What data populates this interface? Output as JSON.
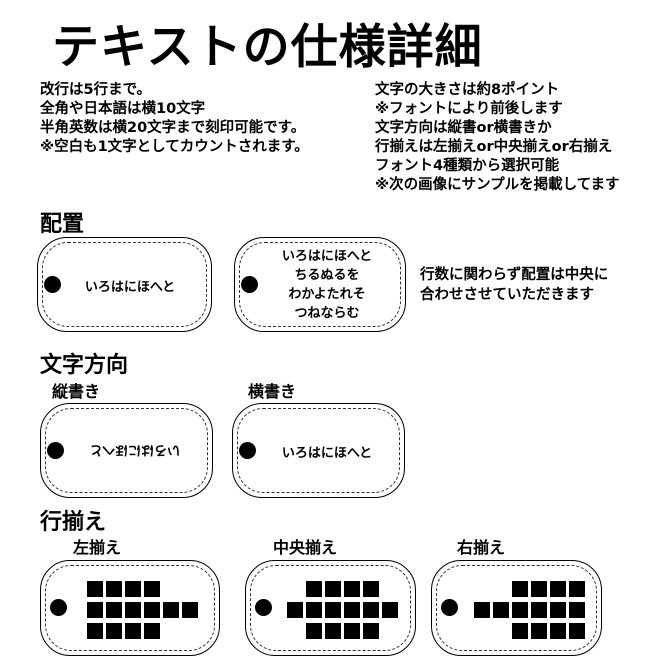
{
  "title": "テキストの仕様詳細",
  "spec_left": [
    "改行は5行まで。",
    "全角や日本語は横10文字",
    "半角英数は横20文字まで刻印可能です。",
    "※空白も1文字としてカウントされます。"
  ],
  "spec_right": [
    "文字の大きさは約8ポイント",
    "※フォントにより前後します",
    "文字方向は縦書or横書きか",
    "行揃えは左揃えor中央揃えor右揃え",
    "フォント4種類から選択可能",
    "※次の画像にサンプルを掲載してます"
  ],
  "layout_section": {
    "heading": "配置",
    "single_line_sample": "いろはにほへと",
    "multi_line_sample": [
      "いろはにほへと",
      "ちるぬるを",
      "わかよたれそ",
      "つねならむ"
    ],
    "note": [
      "行数に関わらず配置は中央に",
      "合わせさせていただきます"
    ]
  },
  "direction_section": {
    "heading": "文字方向",
    "vertical_label": "縦書き",
    "vertical_sample": "いろはにほへと",
    "horizontal_label": "横書き",
    "horizontal_sample": "いろはにほへと"
  },
  "align_section": {
    "heading": "行揃え",
    "left_label": "左揃え",
    "center_label": "中央揃え",
    "right_label": "右揃え",
    "row_block_counts": [
      4,
      6,
      4
    ]
  }
}
